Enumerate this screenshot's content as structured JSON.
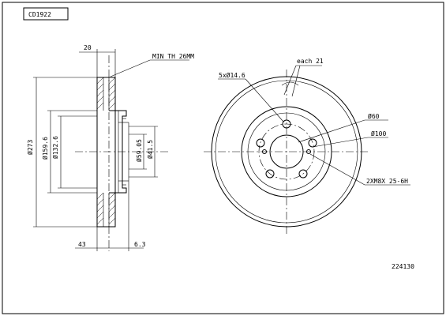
{
  "frame": {
    "code": "CD1922",
    "part_number": "224130"
  },
  "side_view": {
    "dim_top_width": "20",
    "min_thickness": "MIN TH 26MM",
    "dia_outer": "Ø273",
    "dia_hat_outer": "Ø159.6",
    "dia_hat_inner": "Ø132.6",
    "dia_center": "Ø59.05",
    "dia_hat_depth": "Ø41.5",
    "dim_bottom_left": "43",
    "dim_bottom_right": "6.3"
  },
  "front_view": {
    "bolt_holes": "5xØ14.6",
    "each_angle": "each 21",
    "dia_center_bore": "Ø60",
    "dia_bolt_circle": "Ø100",
    "threaded_holes": "2XM8X 25-6H"
  }
}
